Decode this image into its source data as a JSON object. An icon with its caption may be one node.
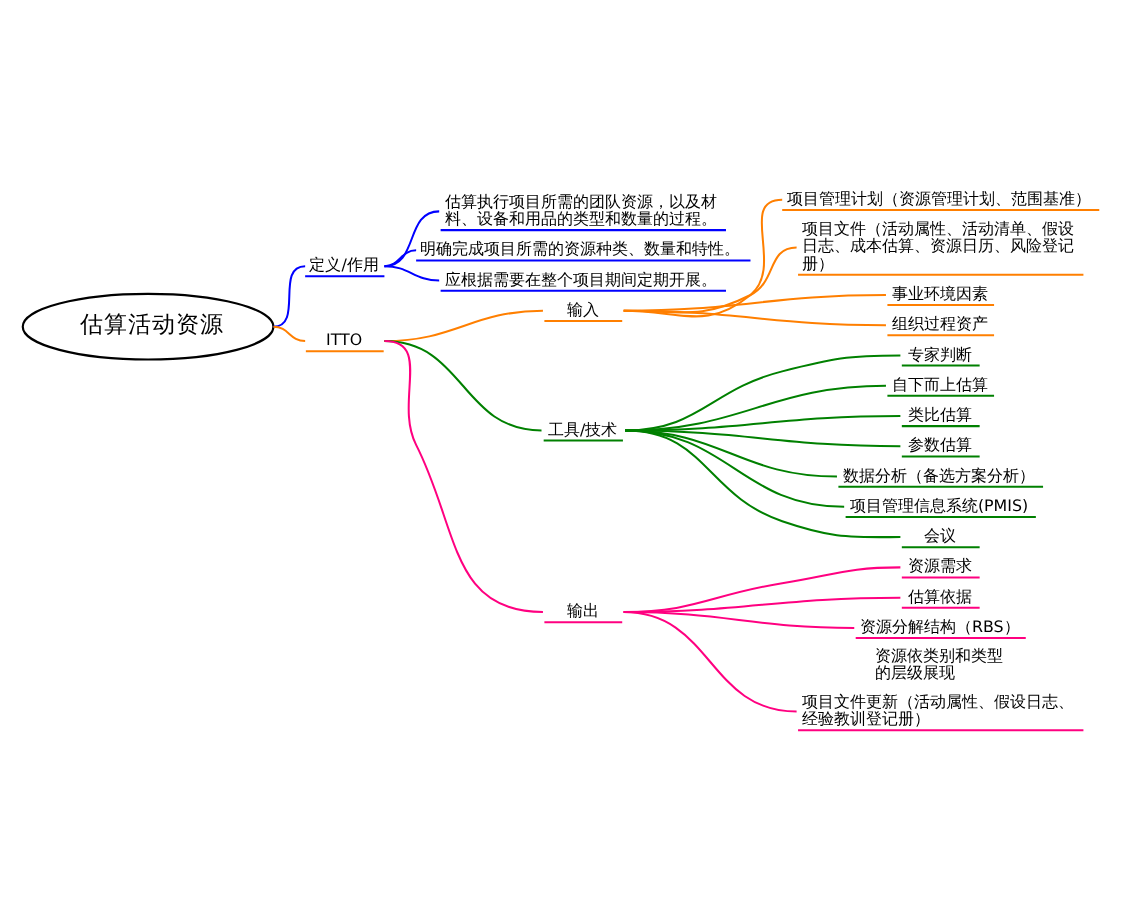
{
  "diagram": {
    "nodes": [
      {
        "text": [
          "估算活动资源"
        ]
      },
      {
        "text": [
          "定义/作用"
        ]
      },
      {
        "text": [
          "估算执行项目所需的团队资源，以及材料、设备和用品的类型和数量的过程。"
        ]
      },
      {
        "text": [
          "明确完成项目所需的资源种类、数量和特性。"
        ]
      },
      {
        "text": [
          "应根据需要在整个项目期间定期开展。"
        ]
      },
      {
        "text": [
          "ITTO"
        ]
      },
      {
        "text": [
          "输入"
        ]
      },
      {
        "text": [
          "项目管理计划（资源管理计划、范围基准）"
        ]
      },
      {
        "text": [
          "项目文件（活动属性、活动清单、假设日志、成本估算、资源日历、风险登记册）"
        ]
      },
      {
        "text": [
          "事业环境因素"
        ]
      },
      {
        "text": [
          "组织过程资产"
        ]
      },
      {
        "text": [
          "工具/技术"
        ]
      },
      {
        "text": [
          "专家判断"
        ]
      },
      {
        "text": [
          "自下而上估算"
        ]
      },
      {
        "text": [
          "类比估算"
        ]
      },
      {
        "text": [
          "参数估算"
        ]
      },
      {
        "text": [
          "数据分析（备选方案分析）"
        ]
      },
      {
        "text": [
          "项目管理信息系统(PMIS)"
        ]
      },
      {
        "text": [
          "会议"
        ]
      },
      {
        "text": [
          "输出"
        ]
      },
      {
        "text": [
          "资源需求"
        ]
      },
      {
        "text": [
          "估算依据"
        ]
      },
      {
        "text": [
          "资源分解结构（RBS）"
        ],
        "beside": [
          "资源依类别和类型的层级展现"
        ]
      },
      {
        "text": [
          "项目文件更新（活动属性、假设日志、经验教训登记册）"
        ]
      }
    ],
    "edges": [
      {
        "from": 0,
        "to": 1,
        "arrow": "none",
        "color": "#0000ff"
      },
      {
        "from": 1,
        "to": 2,
        "arrow": "none",
        "color": "#0000ff"
      },
      {
        "from": 1,
        "to": 3,
        "arrow": "none",
        "color": "#0000ff"
      },
      {
        "from": 1,
        "to": 4,
        "arrow": "none",
        "color": "#0000ff"
      },
      {
        "from": 0,
        "to": 5,
        "arrow": "none",
        "color": "#ff7f00"
      },
      {
        "from": 5,
        "to": 6,
        "arrow": "none",
        "color": "#ff7f00"
      },
      {
        "from": 6,
        "to": 7,
        "arrow": "none",
        "color": "#ff7f00"
      },
      {
        "from": 6,
        "to": 8,
        "arrow": "none",
        "color": "#ff7f00"
      },
      {
        "from": 6,
        "to": 9,
        "arrow": "none",
        "color": "#ff7f00"
      },
      {
        "from": 6,
        "to": 10,
        "arrow": "none",
        "color": "#ff7f00"
      },
      {
        "from": 5,
        "to": 11,
        "arrow": "none"
      },
      {
        "from": 11,
        "to": 12,
        "arrow": "none"
      },
      {
        "from": 11,
        "to": 13,
        "arrow": "none"
      },
      {
        "from": 11,
        "to": 14,
        "arrow": "none"
      },
      {
        "from": 11,
        "to": 15,
        "arrow": "none"
      },
      {
        "from": 11,
        "to": 16,
        "arrow": "none"
      },
      {
        "from": 11,
        "to": 17,
        "arrow": "none"
      },
      {
        "from": 11,
        "to": 18,
        "arrow": "none"
      },
      {
        "from": 5,
        "to": 19,
        "arrow": "none",
        "color": "#ff0080"
      },
      {
        "from": 19,
        "to": 20,
        "arrow": "none",
        "color": "#ff0080"
      },
      {
        "from": 19,
        "to": 21,
        "arrow": "none",
        "color": "#ff0080"
      },
      {
        "from": 19,
        "to": 22,
        "arrow": "none",
        "color": "#ff0080"
      },
      {
        "from": 19,
        "to": 23,
        "arrow": "none",
        "color": "#ff0080"
      }
    ]
  }
}
